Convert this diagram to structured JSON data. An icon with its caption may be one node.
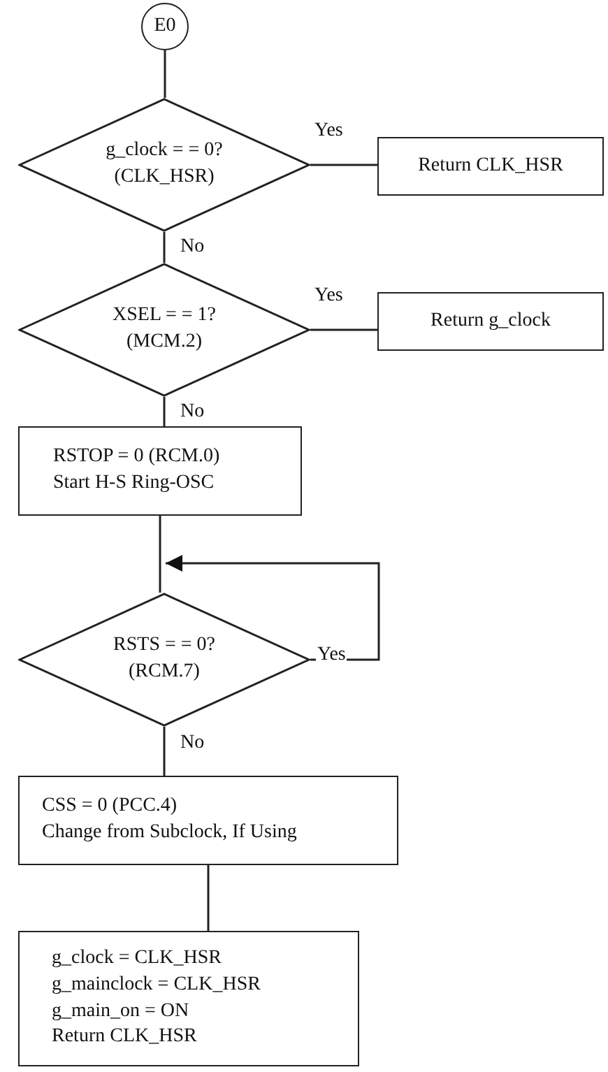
{
  "diagram": {
    "nodes": [
      {
        "text": [
          "E0"
        ]
      },
      {
        "text": [
          "g_clock = = 0? (CLK_HSR)"
        ]
      },
      {
        "text": [
          "Return CLK_HSR"
        ]
      },
      {
        "text": [
          "XSEL = = 1? (MCM.2)"
        ]
      },
      {
        "text": [
          "Return g_clock"
        ]
      },
      {
        "text": [
          "RSTOP = 0 (RCM.0)",
          "Start H-S Ring-OSC"
        ]
      },
      {
        "text": [
          "RSTS = = 0? (RCM.7)"
        ]
      },
      {
        "text": [
          "CSS = 0 (PCC.4)",
          "Change from Subclock, If Using"
        ]
      },
      {
        "text": [
          "g_clock = CLK_HSR",
          "g_mainclock = CLK_HSR",
          "g_main_on = ON",
          "Return CLK_HSR"
        ]
      }
    ],
    "edges": [
      {
        "from": 0,
        "to": 1,
        "arrow": "none"
      },
      {
        "from": 1,
        "to": 2,
        "arrow": "none",
        "label": "Yes"
      },
      {
        "from": 1,
        "to": 3,
        "arrow": "none",
        "label": "No"
      },
      {
        "from": 3,
        "to": 4,
        "arrow": "none",
        "label": "Yes"
      },
      {
        "from": 3,
        "to": 5,
        "arrow": "none",
        "label": "No"
      },
      {
        "from": 5,
        "to": 6,
        "arrow": "none"
      },
      {
        "from": 6,
        "to": 6,
        "arrow": "to",
        "label": "Yes"
      },
      {
        "from": 6,
        "to": 7,
        "arrow": "none",
        "label": "No"
      },
      {
        "from": 7,
        "to": 8,
        "arrow": "none"
      }
    ]
  }
}
